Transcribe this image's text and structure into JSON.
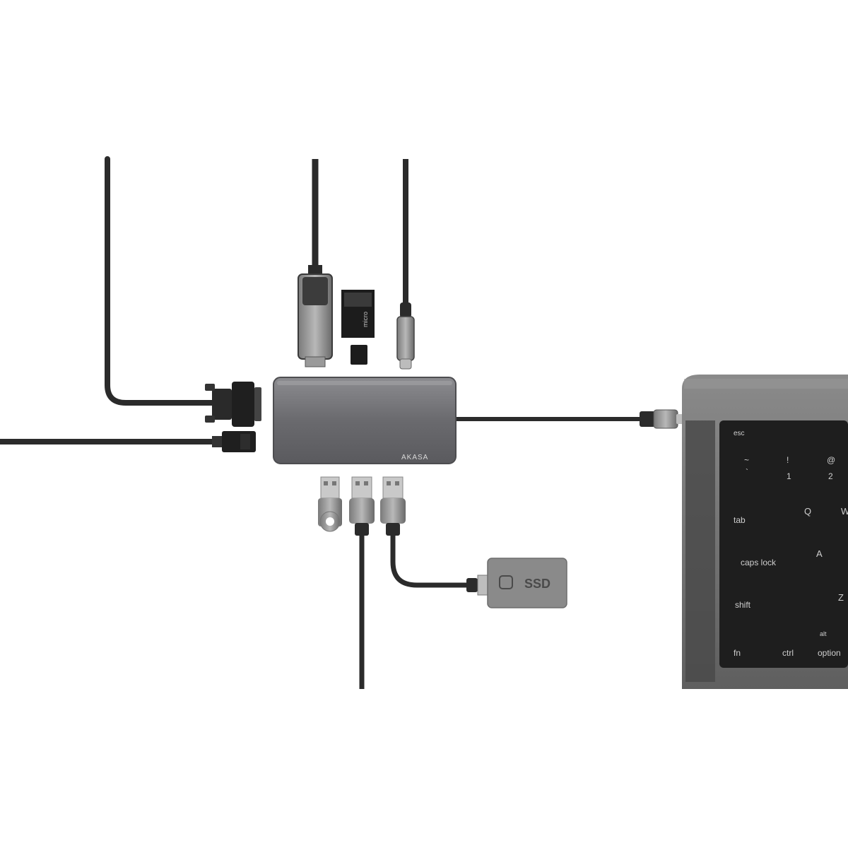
{
  "product": {
    "brand": "AKASA"
  },
  "ssd": {
    "label": "SSD"
  },
  "sd_card": {
    "label": "micro"
  },
  "keyboard": {
    "keys": {
      "esc": "esc",
      "tilde_top": "~",
      "tilde_bottom": "`",
      "one_top": "!",
      "one_bottom": "1",
      "two_top": "@",
      "two_bottom": "2",
      "tab": "tab",
      "q": "Q",
      "w": "W",
      "caps": "caps lock",
      "a": "A",
      "shift": "shift",
      "z": "Z",
      "fn": "fn",
      "ctrl": "ctrl",
      "alt": "alt",
      "option": "option"
    }
  },
  "colors": {
    "cable": "#2b2b2b",
    "hub_body": "#6f6f73",
    "laptop_body": "#707070",
    "keyboard_deck": "#1e1e1e",
    "ssd_body": "#8a8a8a"
  }
}
